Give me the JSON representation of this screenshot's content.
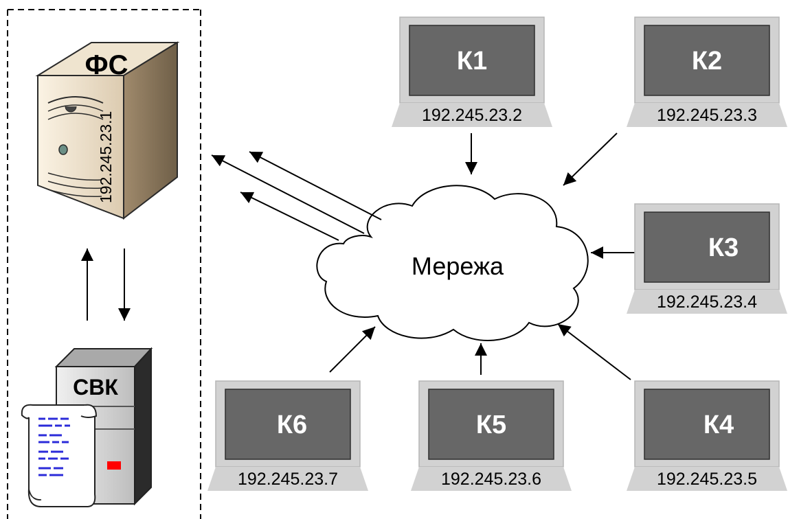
{
  "network": {
    "label": "Мережа"
  },
  "file_server": {
    "label": "ФС",
    "ip": "192.245.23.1"
  },
  "monitor": {
    "label": "СВК"
  },
  "computers": [
    {
      "name": "К1",
      "ip": "192.245.23.2"
    },
    {
      "name": "К2",
      "ip": "192.245.23.3"
    },
    {
      "name": "К3",
      "ip": "192.245.23.4"
    },
    {
      "name": "К4",
      "ip": "192.245.23.5"
    },
    {
      "name": "К5",
      "ip": "192.245.23.6"
    },
    {
      "name": "К6",
      "ip": "192.245.23.7"
    }
  ],
  "colors": {
    "laptop_screen": "#676767",
    "laptop_frame": "#d2d2d2",
    "monitor_block": "#ff0000",
    "log_dashes": "#2b2bd9"
  }
}
